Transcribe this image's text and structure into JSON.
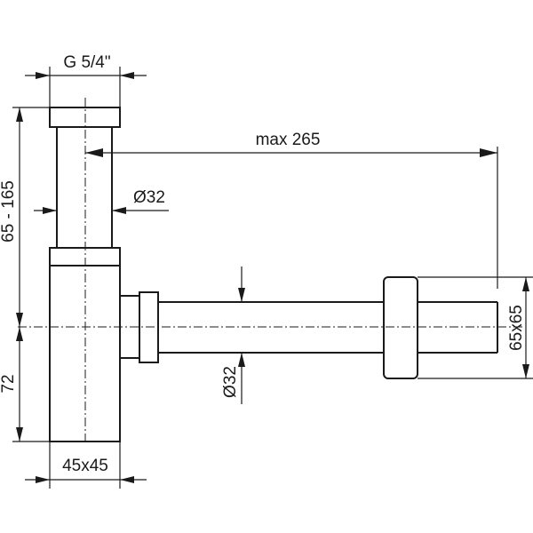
{
  "dimensions": {
    "thread": "G 5/4\"",
    "max_length": "max 265",
    "top_pipe_diameter": "Ø32",
    "adjust_height": "65 - 165",
    "lower_height": "72",
    "body_size": "45x45",
    "outlet_pipe_diameter": "Ø32",
    "wall_flange": "65x65"
  }
}
